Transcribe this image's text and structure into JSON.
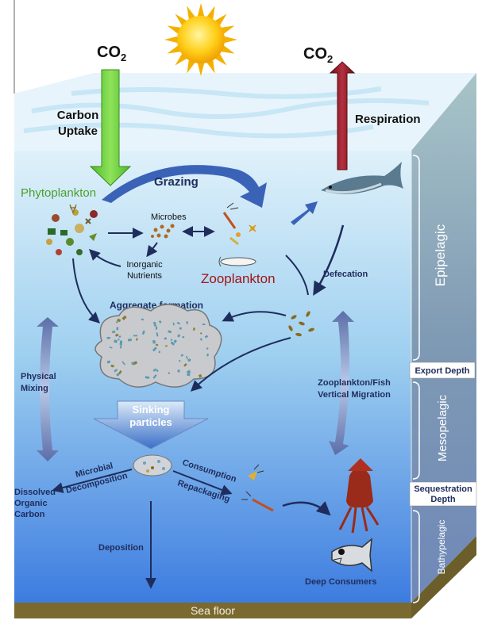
{
  "labels": {
    "co2_in": "CO",
    "co2_in_sub": "2",
    "co2_out": "CO",
    "co2_out_sub": "2",
    "carbon_uptake_1": "Carbon",
    "carbon_uptake_2": "Uptake",
    "respiration": "Respiration",
    "phytoplankton": "Phytoplankton",
    "grazing": "Grazing",
    "microbes": "Microbes",
    "inorganic_1": "Inorganic",
    "inorganic_2": "Nutrients",
    "zooplankton": "Zooplankton",
    "defecation": "Defecation",
    "aggregate": "Aggregate formation",
    "physical_1": "Physical",
    "physical_2": "Mixing",
    "migration_1": "Zooplankton/Fish",
    "migration_2": "Vertical Migration",
    "sinking_1": "Sinking",
    "sinking_2": "particles",
    "microbial_1": "Microbial",
    "microbial_2": "Decomposition",
    "consumption": "Consumption",
    "repackaging": "Repackaging",
    "doc_1": "Dissolved",
    "doc_2": "Organic",
    "doc_3": "Carbon",
    "deposition": "Deposition",
    "deep_consumers": "Deep Consumers",
    "sea_floor": "Sea floor"
  },
  "zones": {
    "epipelagic": "Epipelagic",
    "export_depth": "Export Depth",
    "mesopelagic": "Mesopelagic",
    "sequestration_1": "Sequestration",
    "sequestration_2": "Depth",
    "bathypelagic": "Bathypelagic"
  },
  "colors": {
    "ocean_top": "#d9eef9",
    "ocean_bottom": "#3f7fe0",
    "uptake_arrow": "#6fd13a",
    "respiration_arrow": "#8c1b24",
    "dark_navy": "#1f2d5c",
    "phyto_green": "#4aa02c",
    "zoo_red": "#a31515",
    "sea_floor": "#6b5e2a",
    "side_panel": "#8eaab4"
  }
}
